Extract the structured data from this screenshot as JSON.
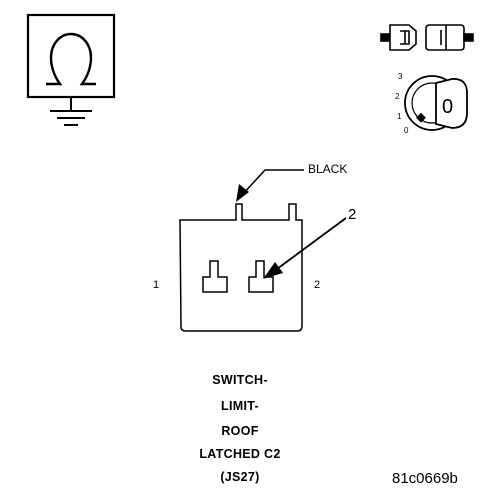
{
  "icons": {
    "ohmmeter": "ohm-symbol-icon",
    "connector_disconnected": "disconnected-connector-icon",
    "ignition_switch": "ignition-key-off-icon"
  },
  "ignition": {
    "positions": [
      "3",
      "2",
      "1",
      "0"
    ],
    "key_label": "0"
  },
  "connector": {
    "color_label": "BLACK",
    "pin_callout": "2",
    "pin_left": "1",
    "pin_right": "2"
  },
  "caption": {
    "lines": [
      "SWITCH-",
      "LIMIT-",
      "ROOF",
      "LATCHED C2",
      "(JS27)"
    ]
  },
  "figure_ref": "81c0669b"
}
